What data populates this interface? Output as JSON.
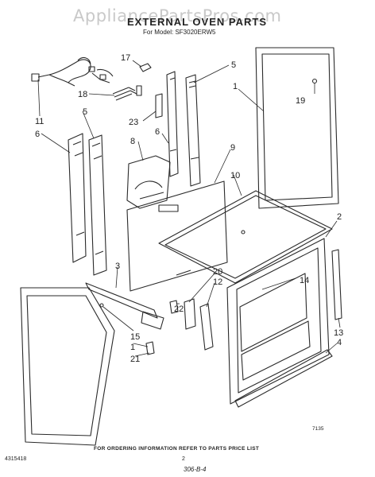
{
  "watermark": "AppliancePartsPros.com",
  "title": "EXTERNAL OVEN PARTS",
  "model_line": "For Model: SF3020ERW5",
  "footer_note": "FOR ORDERING INFORMATION REFER TO PARTS PRICE LIST",
  "document_number": "4315418",
  "page_number": "2",
  "handwritten_note": "306-B-4",
  "figure_code": "7135",
  "callouts": [
    "17",
    "5",
    "1",
    "18",
    "19",
    "11",
    "6",
    "5",
    "23",
    "6",
    "8",
    "9",
    "10",
    "2",
    "3",
    "14",
    "20",
    "12",
    "22",
    "13",
    "4",
    "15",
    "1",
    "21"
  ]
}
